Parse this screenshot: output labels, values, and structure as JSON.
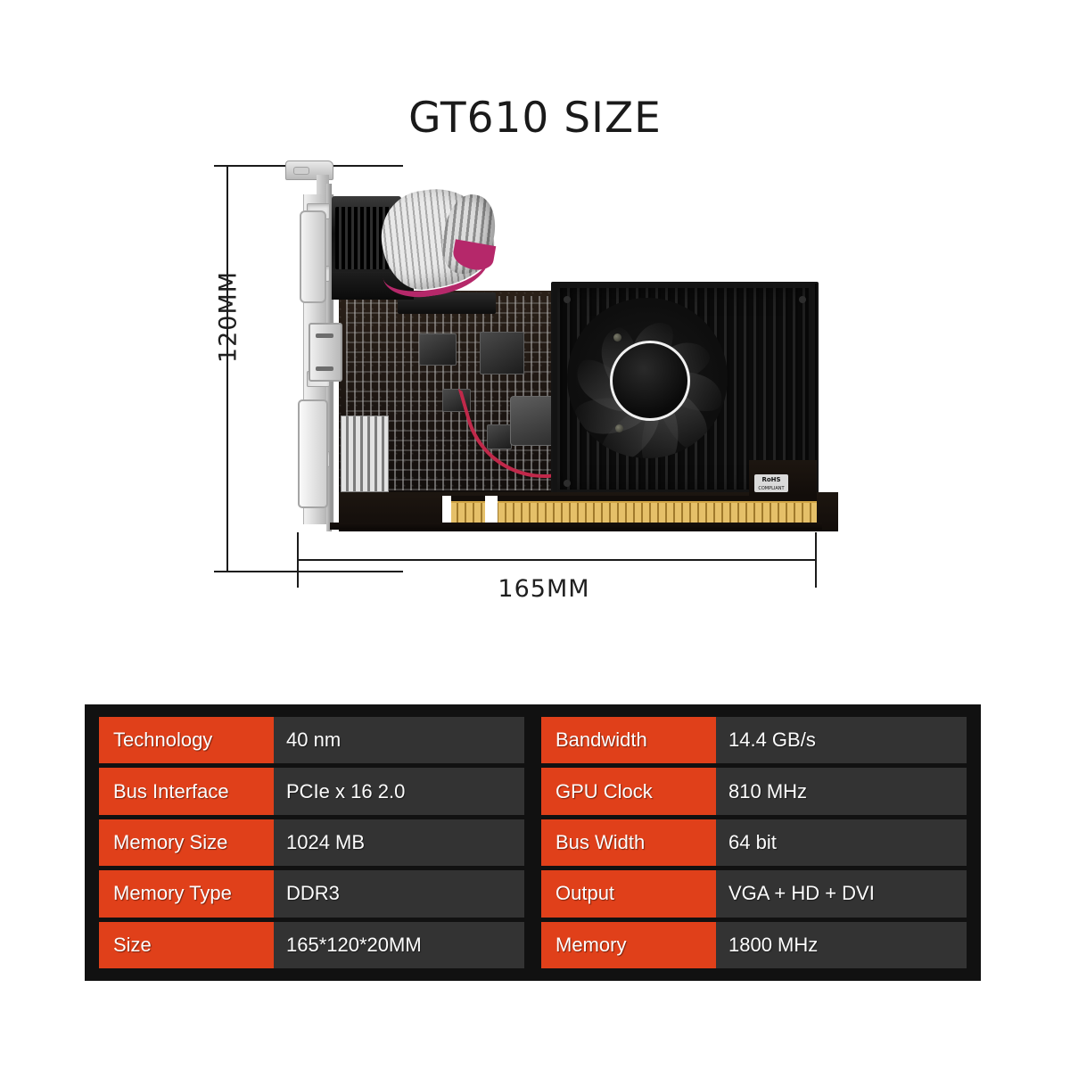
{
  "title": "GT610 SIZE",
  "product": {
    "name": "GT610 graphics card",
    "rohs_label": "RoHS",
    "rohs_sub": "COMPLIANT"
  },
  "dimensions": {
    "height_label": "120MM",
    "width_label": "165MM",
    "unit": "MM"
  },
  "colors": {
    "key_cell": "#e0401a",
    "value_cell": "#333333",
    "table_background": "#111111",
    "text": "#fcfcfc",
    "title": "#1a1a1a",
    "pcie_gold": "#d2a646",
    "ribbon_stripe": "#b5286a",
    "fan_wire": "#c0294a"
  },
  "spec_table": {
    "rows": [
      {
        "left_key": "Technology",
        "left_value": "40 nm",
        "right_key": "Bandwidth",
        "right_value": "14.4 GB/s"
      },
      {
        "left_key": "Bus Interface",
        "left_value": "PCIe x 16 2.0",
        "right_key": "GPU Clock",
        "right_value": "810 MHz"
      },
      {
        "left_key": "Memory Size",
        "left_value": "1024 MB",
        "right_key": "Bus Width",
        "right_value": "64 bit"
      },
      {
        "left_key": "Memory Type",
        "left_value": "DDR3",
        "right_key": "Output",
        "right_value": "VGA + HD + DVI"
      },
      {
        "left_key": "Size",
        "left_value": "165*120*20MM",
        "right_key": "Memory",
        "right_value": "1800 MHz"
      }
    ]
  },
  "card_parts": {
    "ports": [
      "VGA",
      "HDMI",
      "DVI"
    ],
    "cooler": "axial fan with black aluminium fin heatsink",
    "bus_connector": "PCIe x16 gold edge fingers",
    "cable": "grey ribbon cable with magenta stripe"
  }
}
